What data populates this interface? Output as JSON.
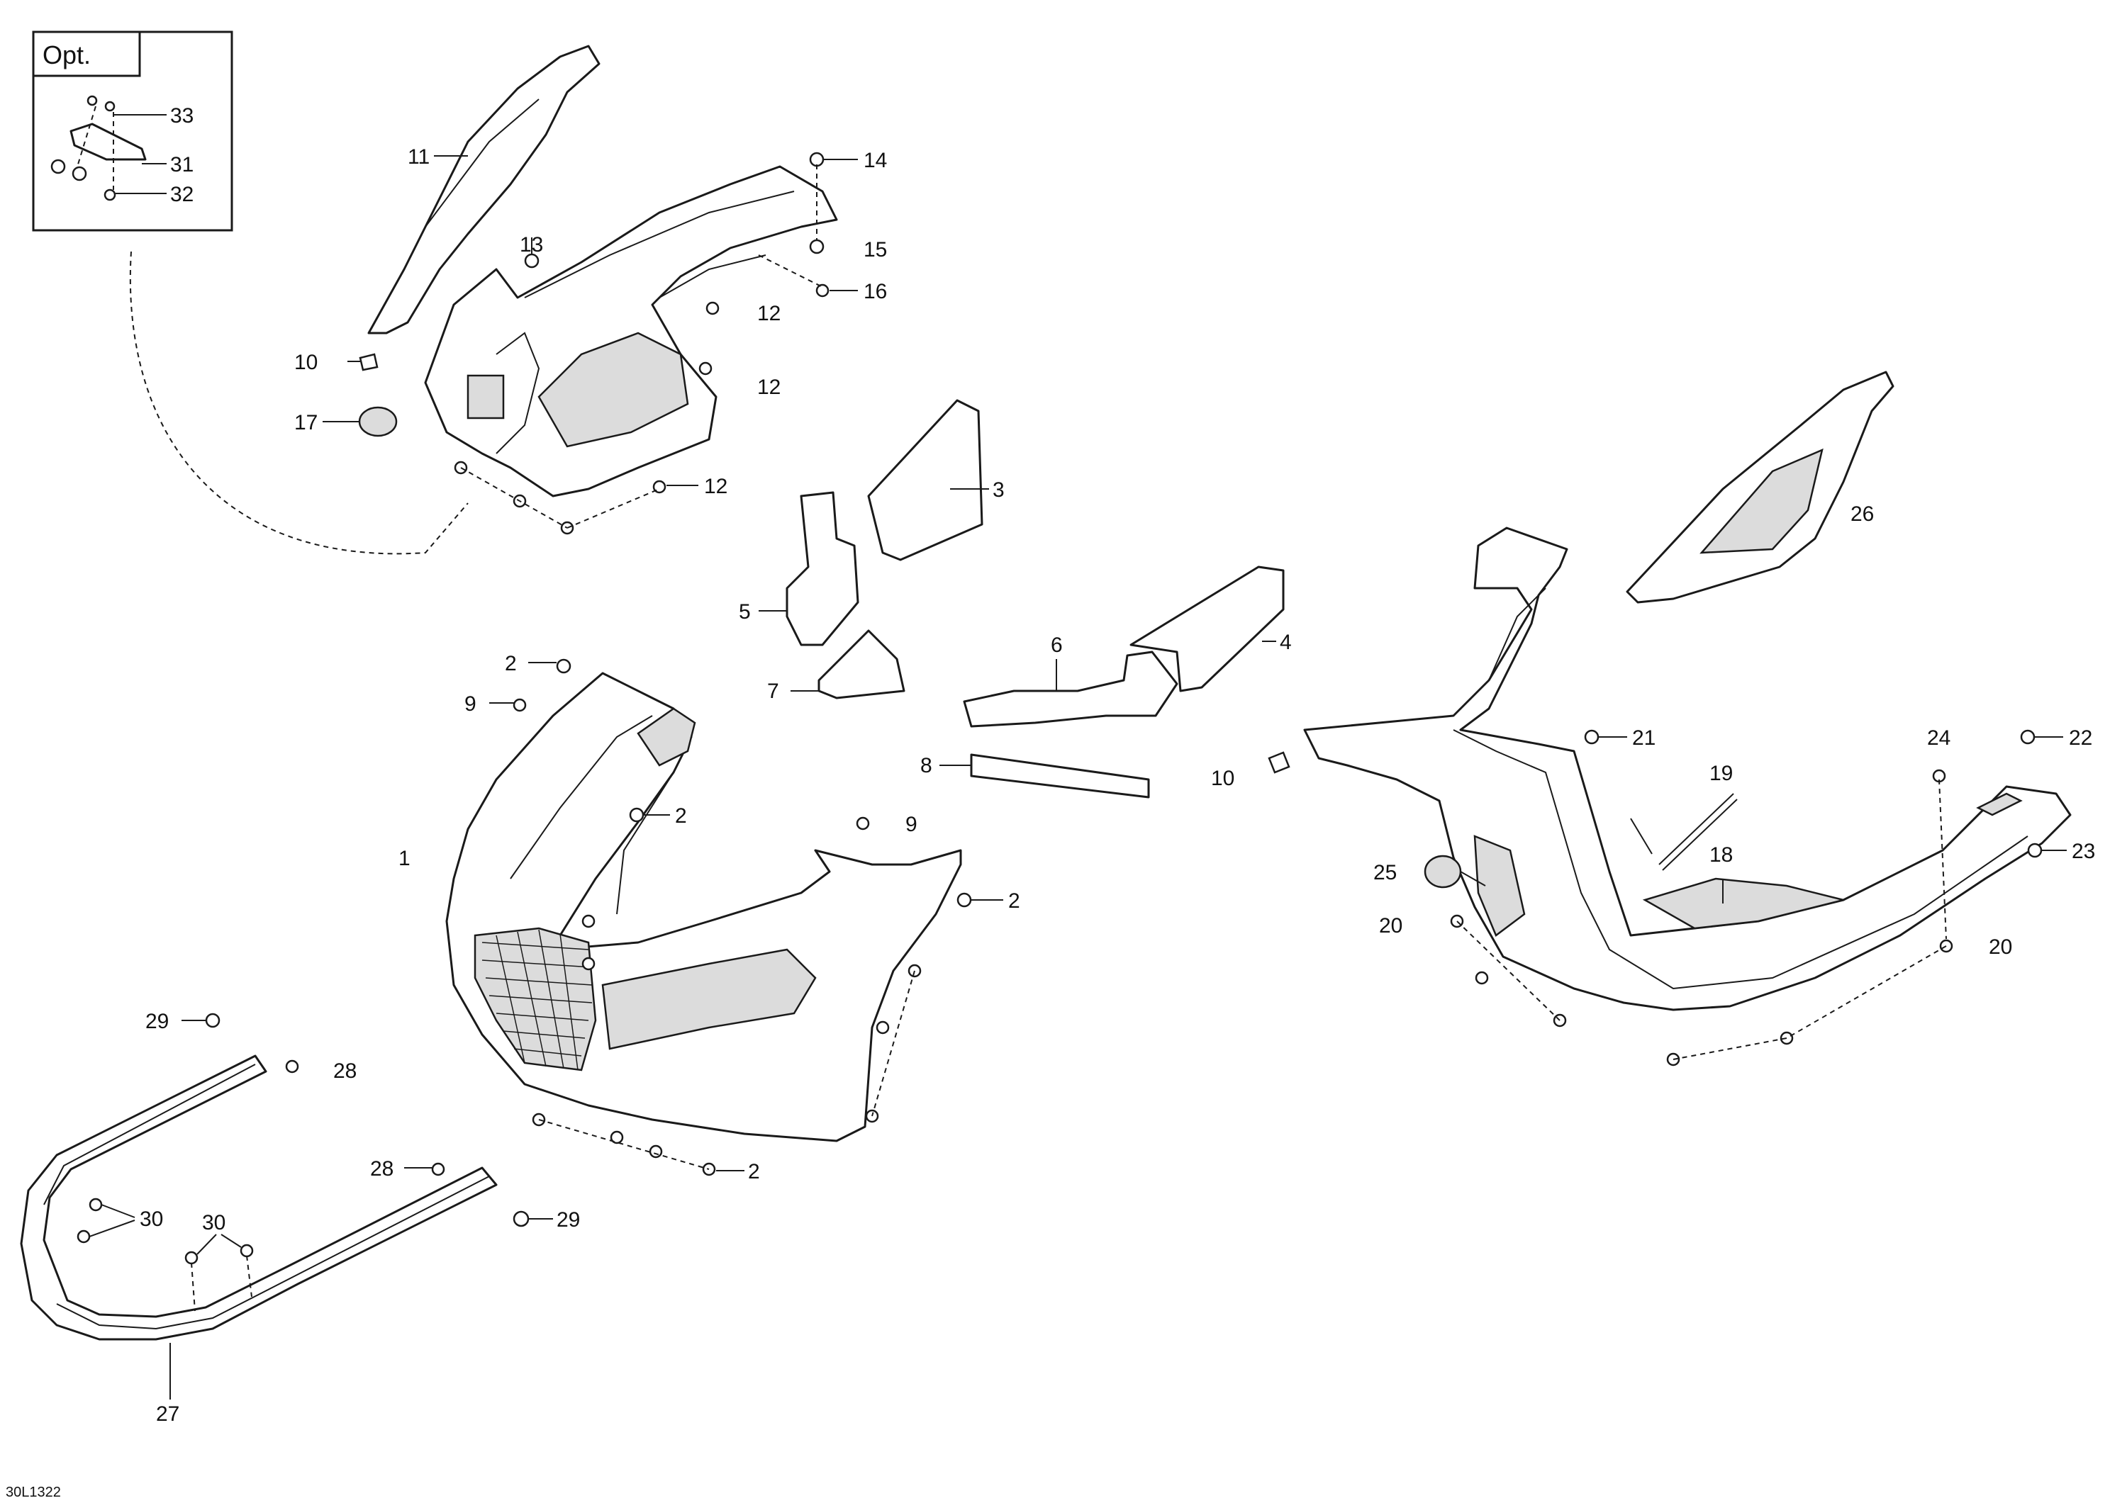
{
  "diagram": {
    "reference_code": "30L1322",
    "inset_label": "Opt.",
    "callouts": {
      "c1": "1",
      "c2a": "2",
      "c2b": "2",
      "c2c": "2",
      "c2d": "2",
      "c3": "3",
      "c4": "4",
      "c5": "5",
      "c6": "6",
      "c7": "7",
      "c8": "8",
      "c9a": "9",
      "c9b": "9",
      "c10a": "10",
      "c10b": "10",
      "c11": "11",
      "c12a": "12",
      "c12b": "12",
      "c12c": "12",
      "c13": "13",
      "c14": "14",
      "c15": "15",
      "c16": "16",
      "c17": "17",
      "c18": "18",
      "c19": "19",
      "c20a": "20",
      "c20b": "20",
      "c21": "21",
      "c22": "22",
      "c23": "23",
      "c24": "24",
      "c25": "25",
      "c26": "26",
      "c27": "27",
      "c28a": "28",
      "c28b": "28",
      "c29a": "29",
      "c29b": "29",
      "c30a": "30",
      "c30b": "30",
      "c31": "31",
      "c32": "32",
      "c33": "33"
    }
  }
}
